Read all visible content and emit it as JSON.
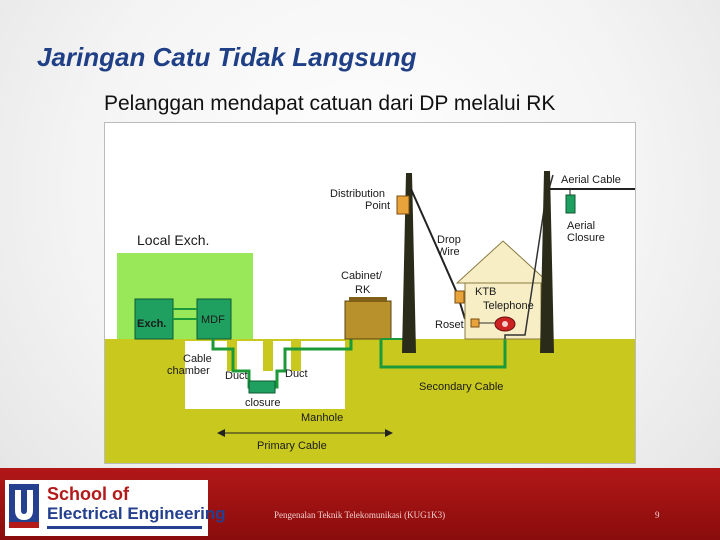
{
  "slide": {
    "title": "Jaringan Catu Tidak Langsung",
    "subtitle": "Pelanggan mendapat catuan dari DP melalui RK"
  },
  "diagram": {
    "labels": {
      "local_exch": "Local Exch.",
      "exch": "Exch.",
      "mdf": "MDF",
      "cable_chamber_1": "Cable",
      "cable_chamber_2": "chamber",
      "duct_left": "Duct",
      "duct_right": "Duct",
      "closure": "closure",
      "manhole": "Manhole",
      "primary_cable": "Primary Cable",
      "cabinet_1": "Cabinet/",
      "cabinet_2": "RK",
      "distribution_point_1": "Distribution",
      "distribution_point_2": "Point",
      "drop_wire_1": "Drop",
      "drop_wire_2": "Wire",
      "secondary_cable": "Secondary Cable",
      "ktb": "KTB",
      "telephone": "Telephone",
      "roset": "Roset",
      "aerial_cable": "Aerial Cable",
      "aerial_closure_1": "Aerial",
      "aerial_closure_2": "Closure"
    },
    "colors": {
      "ground": "#c8c81e",
      "building": "#99e85a",
      "equipment": "#1fa060",
      "cable": "#1c9a3a",
      "pole": "#2b2b1a",
      "house": "#f7eec6",
      "cabinet": "#b8902c",
      "dp_box": "#e8a33a"
    }
  },
  "footer": {
    "school_line1": "School of",
    "school_line2": "Electrical Engineering",
    "course": "Pengenalan Teknik Telekomunikasi (KUG1K3)",
    "page": "9"
  }
}
